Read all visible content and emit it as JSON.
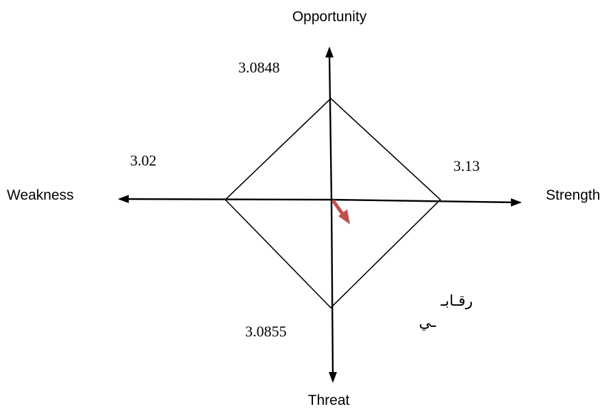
{
  "axes": {
    "top": "Opportunity",
    "bottom": "Threat",
    "left": "Weakness",
    "right": "Strength"
  },
  "values": {
    "opportunity": "3.0848",
    "weakness": "3.02",
    "strength": "3.13",
    "threat": "3.0855"
  },
  "strategy_label": "رقـابـ",
  "strategy_label_tail": "ـي",
  "colors": {
    "line": "#000000",
    "vector_arrow": "#c0504d"
  }
}
